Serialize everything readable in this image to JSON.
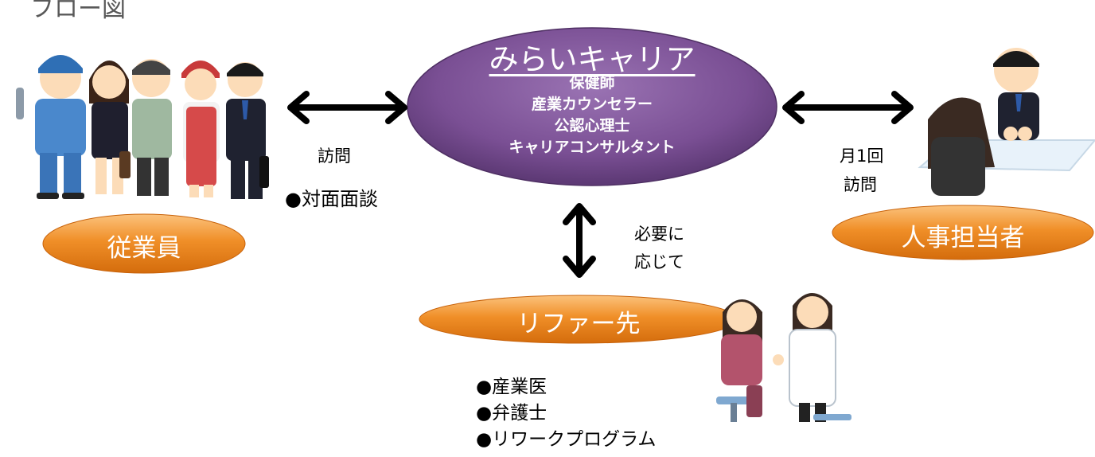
{
  "page": {
    "title": "フロー図"
  },
  "center": {
    "title": "みらいキャリア",
    "roles": [
      "保健師",
      "産業カウンセラー",
      "公認心理士",
      "キャリアコンサルタント"
    ]
  },
  "nodes": {
    "employees": "従業員",
    "hr": "人事担当者",
    "referral": "リファー先"
  },
  "edges": {
    "employees_label": "訪問",
    "employees_method": "●対面面談",
    "hr_label_line1": "月1回",
    "hr_label_line2": "訪問",
    "referral_label_line1": "必要に",
    "referral_label_line2": "応じて"
  },
  "referral_list": [
    "●産業医",
    "●弁護士",
    "●リワークプログラム"
  ],
  "colors": {
    "center_fill": "#7a4f94",
    "pill_fill": "#ee8a22",
    "arrow": "#000000"
  }
}
